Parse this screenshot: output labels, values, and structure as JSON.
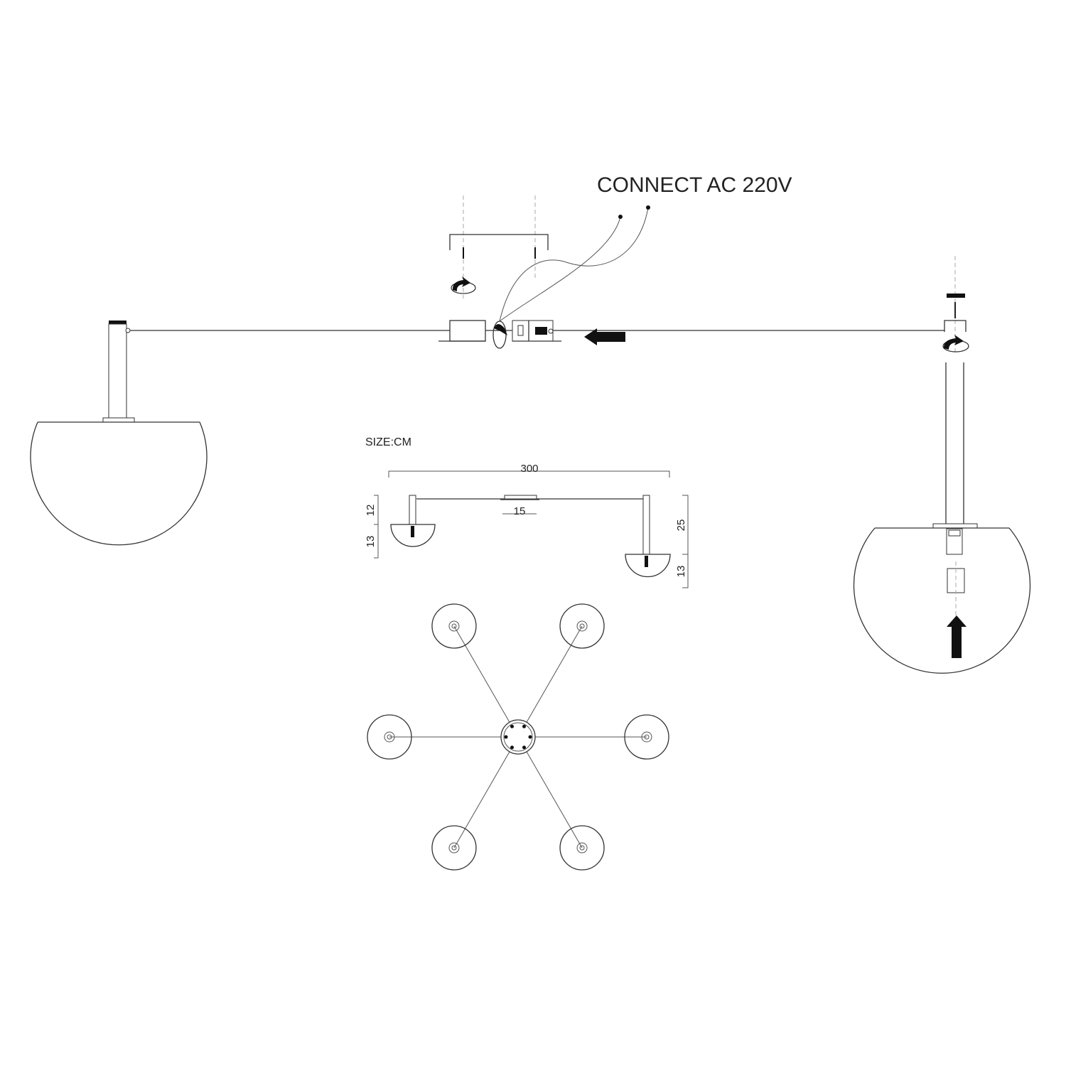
{
  "diagram": {
    "connect_label": "CONNECT AC 220V",
    "size_label": "SIZE:CM",
    "dimensions": {
      "overall_width": "300",
      "canopy_width": "15",
      "left_stem_height": "12",
      "left_globe_height": "13",
      "right_drop_height": "25",
      "right_globe_height": "13"
    }
  },
  "colors": {
    "line": "#333333",
    "fill": "#111111",
    "background": "#ffffff"
  }
}
